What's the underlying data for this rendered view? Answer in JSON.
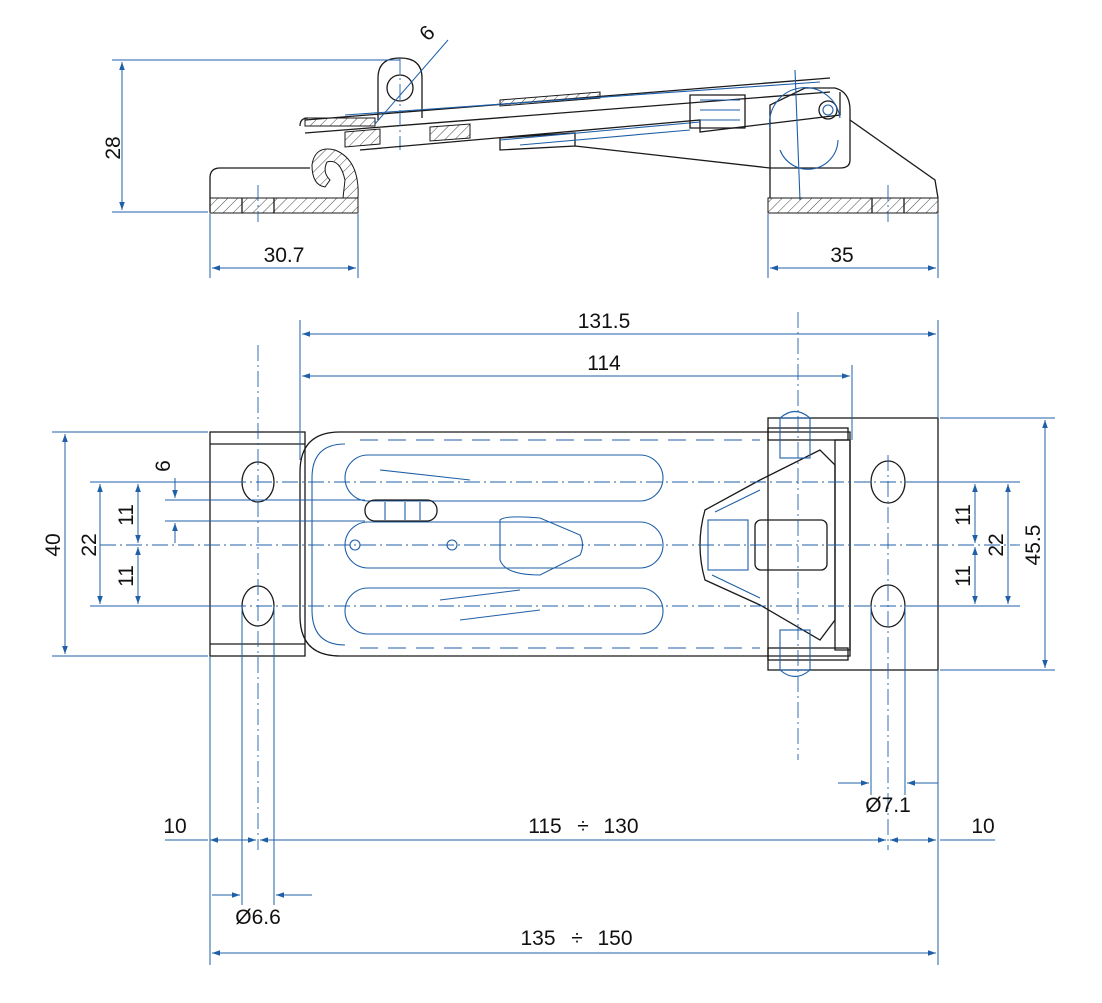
{
  "side_view": {
    "dim_hole": "6",
    "dim_height": "28",
    "dim_left_base": "30.7",
    "dim_right_base": "35"
  },
  "top_view": {
    "dim_overall_top": "131.5",
    "dim_second_top": "114",
    "dim_height_left": "40",
    "dim_slot": "6",
    "dim_left_upper": "11",
    "dim_left_lower": "11",
    "dim_left_center": "22",
    "dim_right_upper": "11",
    "dim_right_lower": "11",
    "dim_right_center": "22",
    "dim_height_right": "45.5",
    "dim_hole_right": "Ø7.1",
    "dim_hole_left": "Ø6.6",
    "dim_edge_left": "10",
    "dim_edge_right": "10",
    "dim_span_min": "115",
    "dim_span_sep": "÷",
    "dim_span_max": "130",
    "dim_total_min": "135",
    "dim_total_sep": "÷",
    "dim_total_max": "150"
  },
  "colors": {
    "outline": "#1a1a1a",
    "dimension": "#1f5fa8",
    "text": "#111111"
  }
}
